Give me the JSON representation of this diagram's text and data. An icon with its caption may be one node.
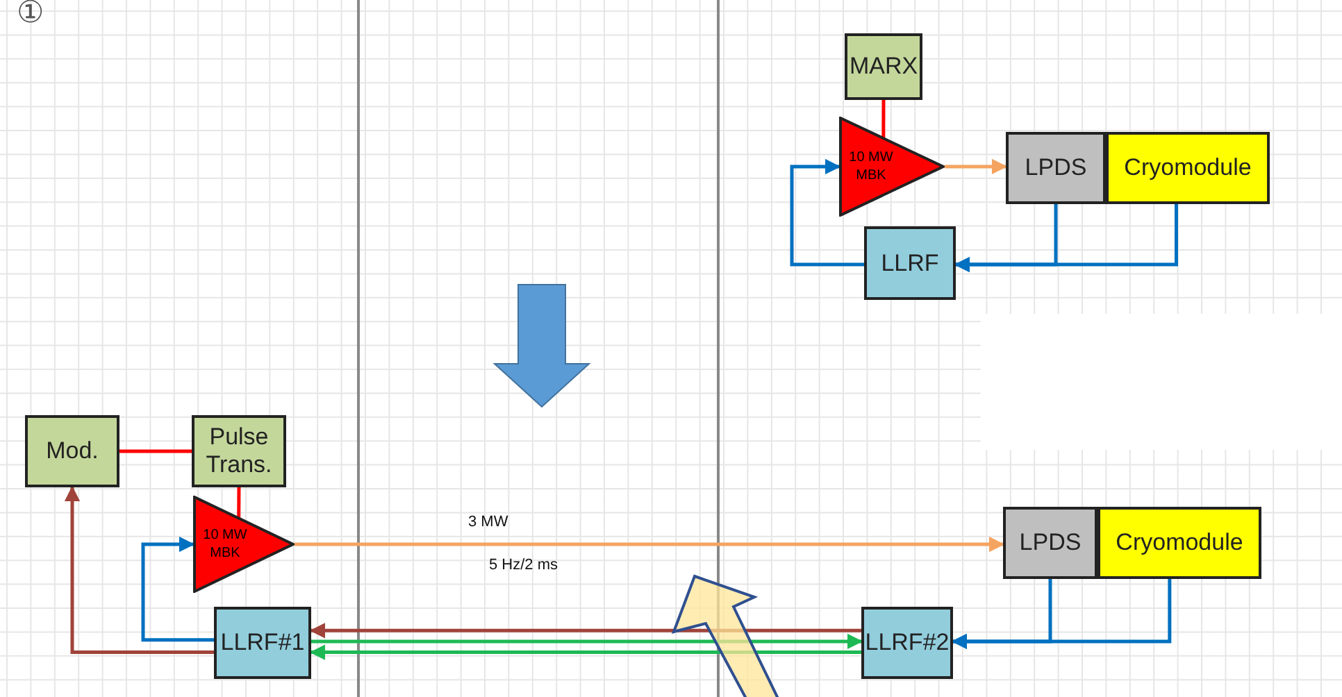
{
  "diagram": {
    "nodes": [
      {
        "text": [
          "MARX"
        ]
      },
      {
        "text": [
          "10 MW MBK"
        ]
      },
      {
        "text": [
          "LPDS"
        ]
      },
      {
        "text": [
          "Cryomodule"
        ]
      },
      {
        "text": [
          "LLRF"
        ]
      },
      {
        "text": [
          "Mod."
        ]
      },
      {
        "text": [
          "Pulse Trans."
        ]
      },
      {
        "text": [
          "10 MW MBK"
        ]
      },
      {
        "text": [
          "LLRF#1"
        ]
      },
      {
        "text": [
          "LPDS"
        ]
      },
      {
        "text": [
          "Cryomodule"
        ]
      },
      {
        "text": [
          "LLRF#2"
        ]
      }
    ],
    "edges": [
      {
        "from": 0,
        "to": 1,
        "arrow": "none",
        "color": "#ff0000"
      },
      {
        "from": 1,
        "to": 2,
        "arrow": "to",
        "color": "#f4a460"
      },
      {
        "from": 2,
        "to": 4,
        "arrow": "to"
      },
      {
        "from": 3,
        "to": 4,
        "arrow": "to"
      },
      {
        "from": 4,
        "to": 1,
        "arrow": "to"
      },
      {
        "from": 5,
        "to": 6,
        "arrow": "none",
        "color": "#ff0000"
      },
      {
        "from": 6,
        "to": 7,
        "arrow": "none",
        "color": "#ff0000"
      },
      {
        "from": 7,
        "to": 9,
        "arrow": "to",
        "label": "3 MW",
        "color": "#f4a460"
      },
      {
        "from": 8,
        "to": 7,
        "arrow": "to"
      },
      {
        "from": 8,
        "to": 5,
        "arrow": "to",
        "color": "#a0433a"
      },
      {
        "from": 11,
        "to": 8,
        "arrow": "to",
        "color": "#a0433a"
      },
      {
        "from": 8,
        "to": 11,
        "arrow": "to",
        "color": "#1db954"
      },
      {
        "from": 11,
        "to": 8,
        "arrow": "to",
        "color": "#1db954"
      },
      {
        "from": 9,
        "to": 11,
        "arrow": "to"
      },
      {
        "from": 10,
        "to": 11,
        "arrow": "to"
      }
    ],
    "labels": [
      "①",
      "5 Hz/2 ms"
    ]
  }
}
